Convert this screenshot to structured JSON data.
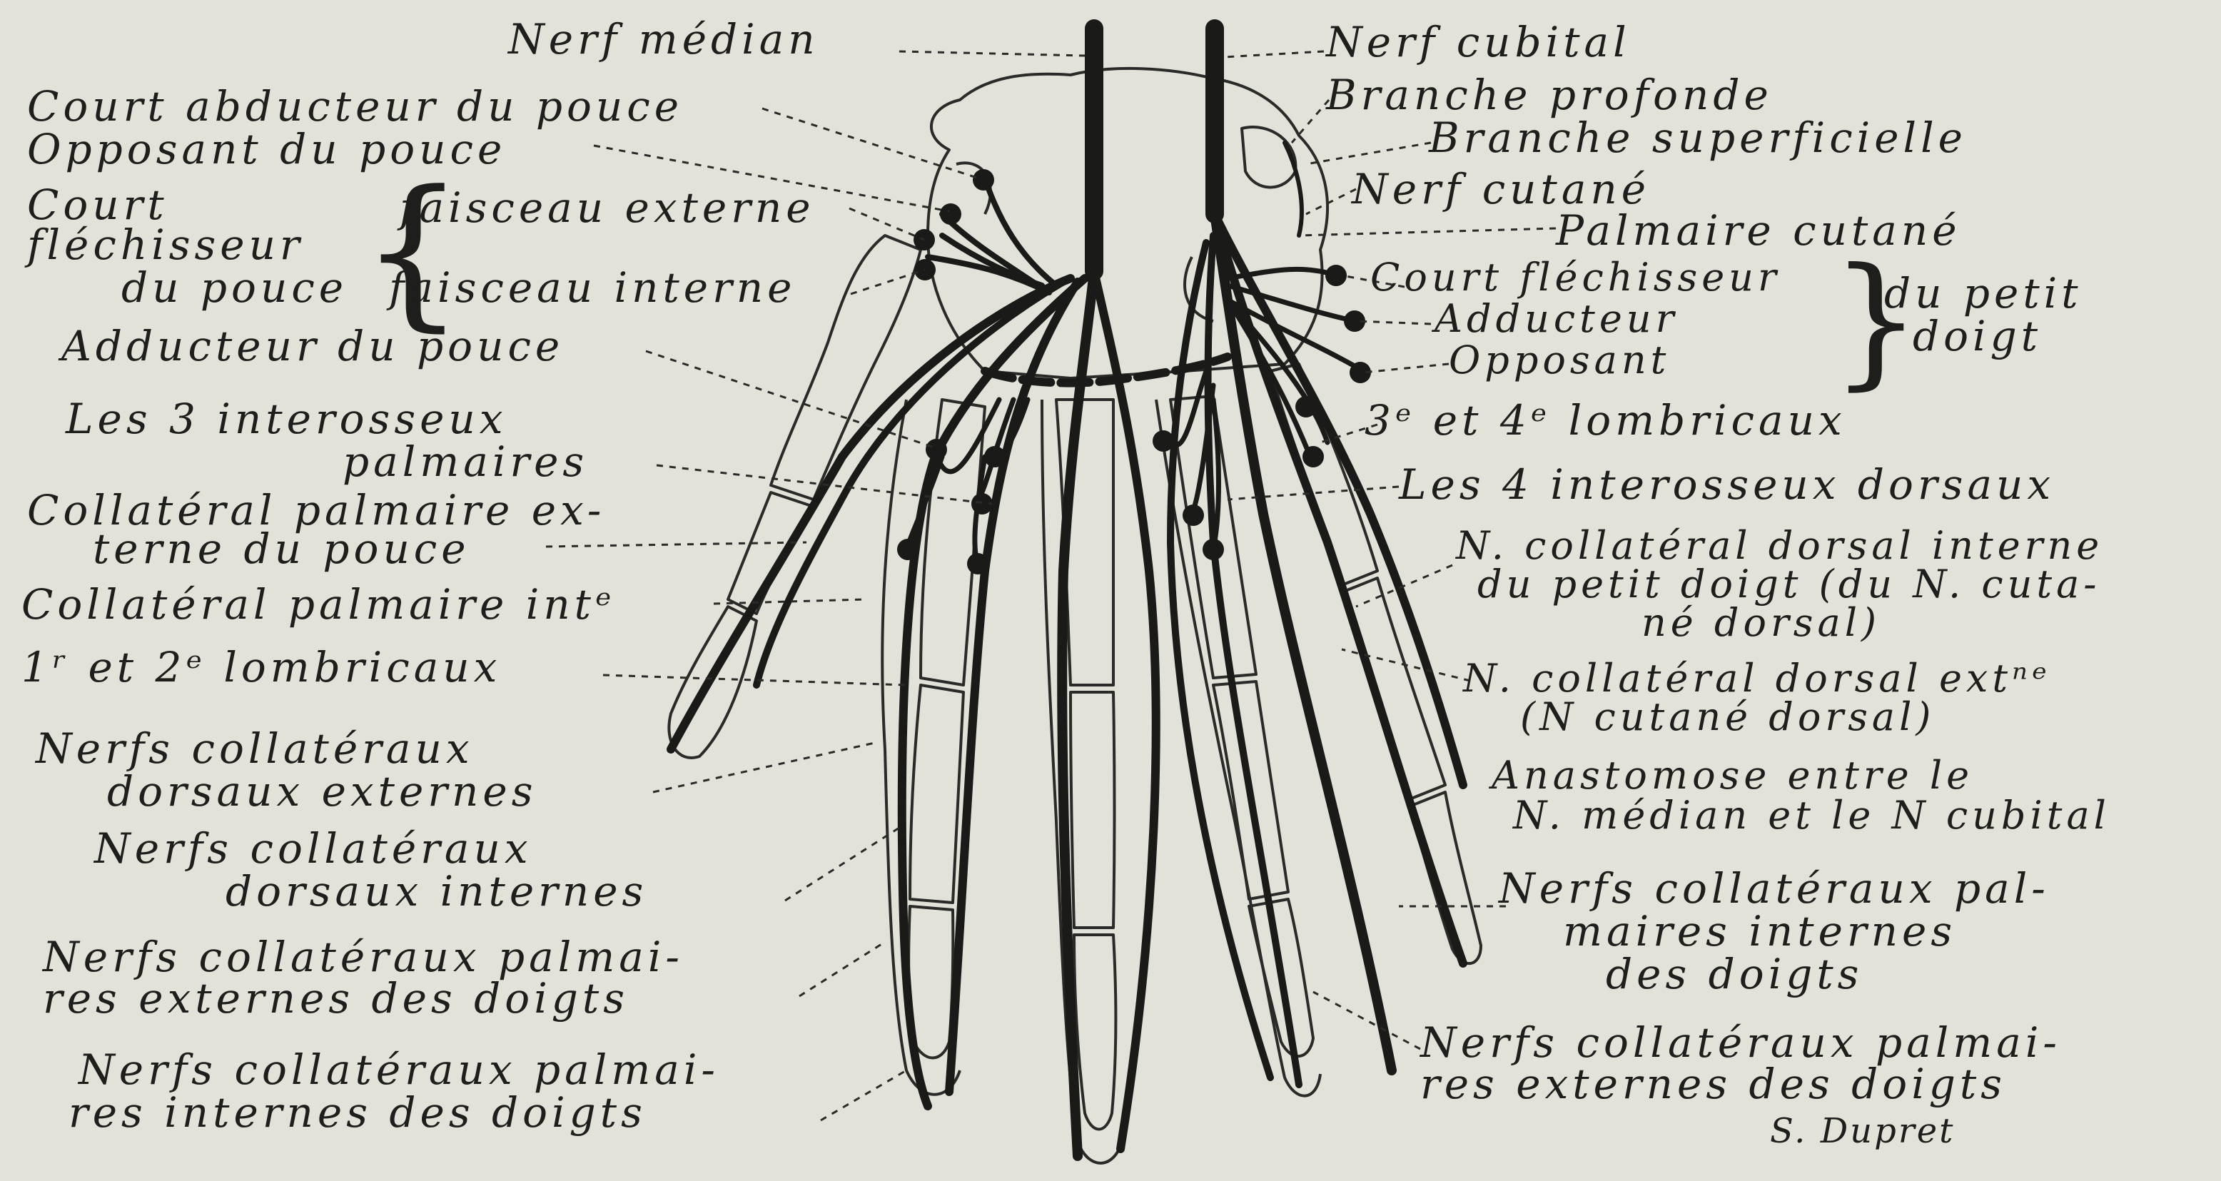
{
  "labels_left": {
    "nerf_median": "Nerf médian",
    "court_abducteur": "Court abducteur du pouce",
    "opposant_pouce": "Opposant du pouce",
    "court": "Court",
    "flechisseur": "fléchisseur",
    "du_pouce": "du pouce",
    "faisceau_externe": "faisceau externe",
    "faisceau_interne": "faisceau interne",
    "adducteur_pouce": "Adducteur du pouce",
    "interosseux_palm_1": "Les 3 interosseux",
    "interosseux_palm_2": "palmaires",
    "collat_ext_1": "Collatéral palmaire ex-",
    "collat_ext_2": "terne du pouce",
    "collat_int": "Collatéral palmaire intᵉ",
    "lombricaux_12": "1ʳ et 2ᵉ lombricaux",
    "nerfs_dors_ext_1": "Nerfs collatéraux",
    "nerfs_dors_ext_2": "dorsaux externes",
    "nerfs_dors_int_1": "Nerfs collatéraux",
    "nerfs_dors_int_2": "dorsaux internes",
    "nerfs_palm_ext_1": "Nerfs collatéraux palmai-",
    "nerfs_palm_ext_2": "res externes des doigts",
    "nerfs_palm_int_1": "Nerfs collatéraux palmai-",
    "nerfs_palm_int_2": "res internes des doigts"
  },
  "labels_right": {
    "nerf_cubital": "Nerf cubital",
    "branche_profonde": "Branche profonde",
    "branche_superficielle": "Branche superficielle",
    "nerf_cutane": "Nerf cutané",
    "palmaire_cutane": "Palmaire cutané",
    "court_flechisseur": "Court fléchisseur",
    "adducteur": "Adducteur",
    "opposant": "Opposant",
    "du_petit": "du petit",
    "doigt": "doigt",
    "lombricaux_34": "3ᵉ et 4ᵉ lombricaux",
    "interosseux_dors": "Les 4 interosseux dorsaux",
    "n_collat_dors_int_1": "N. collatéral dorsal interne",
    "n_collat_dors_int_2": "du petit doigt (du N. cuta-",
    "n_collat_dors_int_3": "né dorsal)",
    "n_collat_dors_ext_1": "N. collatéral dorsal extⁿᵉ",
    "n_collat_dors_ext_2": "(N cutané dorsal)",
    "anastomose_1": "Anastomose entre le",
    "anastomose_2": "N. médian et le N cubital",
    "nerfs_palm_int_1": "Nerfs collatéraux pal-",
    "nerfs_palm_int_2": "maires internes",
    "nerfs_palm_int_3": "des doigts",
    "nerfs_palm_ext_1": "Nerfs collatéraux palmai-",
    "nerfs_palm_ext_2": "res externes des doigts"
  },
  "signature": "S. Dupret",
  "colors": {
    "paper": "#e3e2d8",
    "ink": "#1a1a18"
  }
}
